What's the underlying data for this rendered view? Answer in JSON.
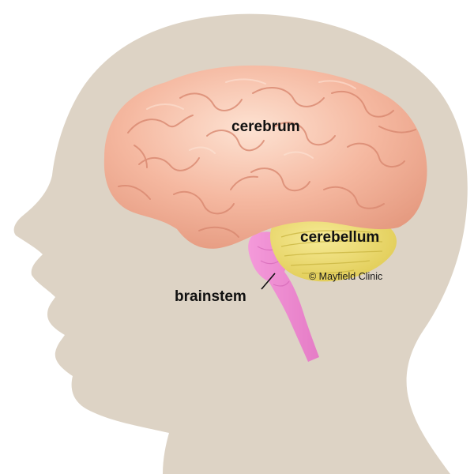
{
  "labels": {
    "cerebrum": "cerebrum",
    "cerebellum": "cerebellum",
    "brainstem": "brainstem"
  },
  "credit": "© Mayfield Clinic",
  "colors": {
    "head_silhouette": "#ddd3c5",
    "cerebrum": "#f5b8a0",
    "cerebrum_highlight": "#fbd8c6",
    "cerebrum_shadow": "#d98870",
    "cerebellum": "#ecdc6e",
    "cerebellum_shadow": "#c8b43e",
    "brainstem": "#f08ad2",
    "brainstem_shadow": "#cf5fb0",
    "leader_line": "#111111"
  }
}
